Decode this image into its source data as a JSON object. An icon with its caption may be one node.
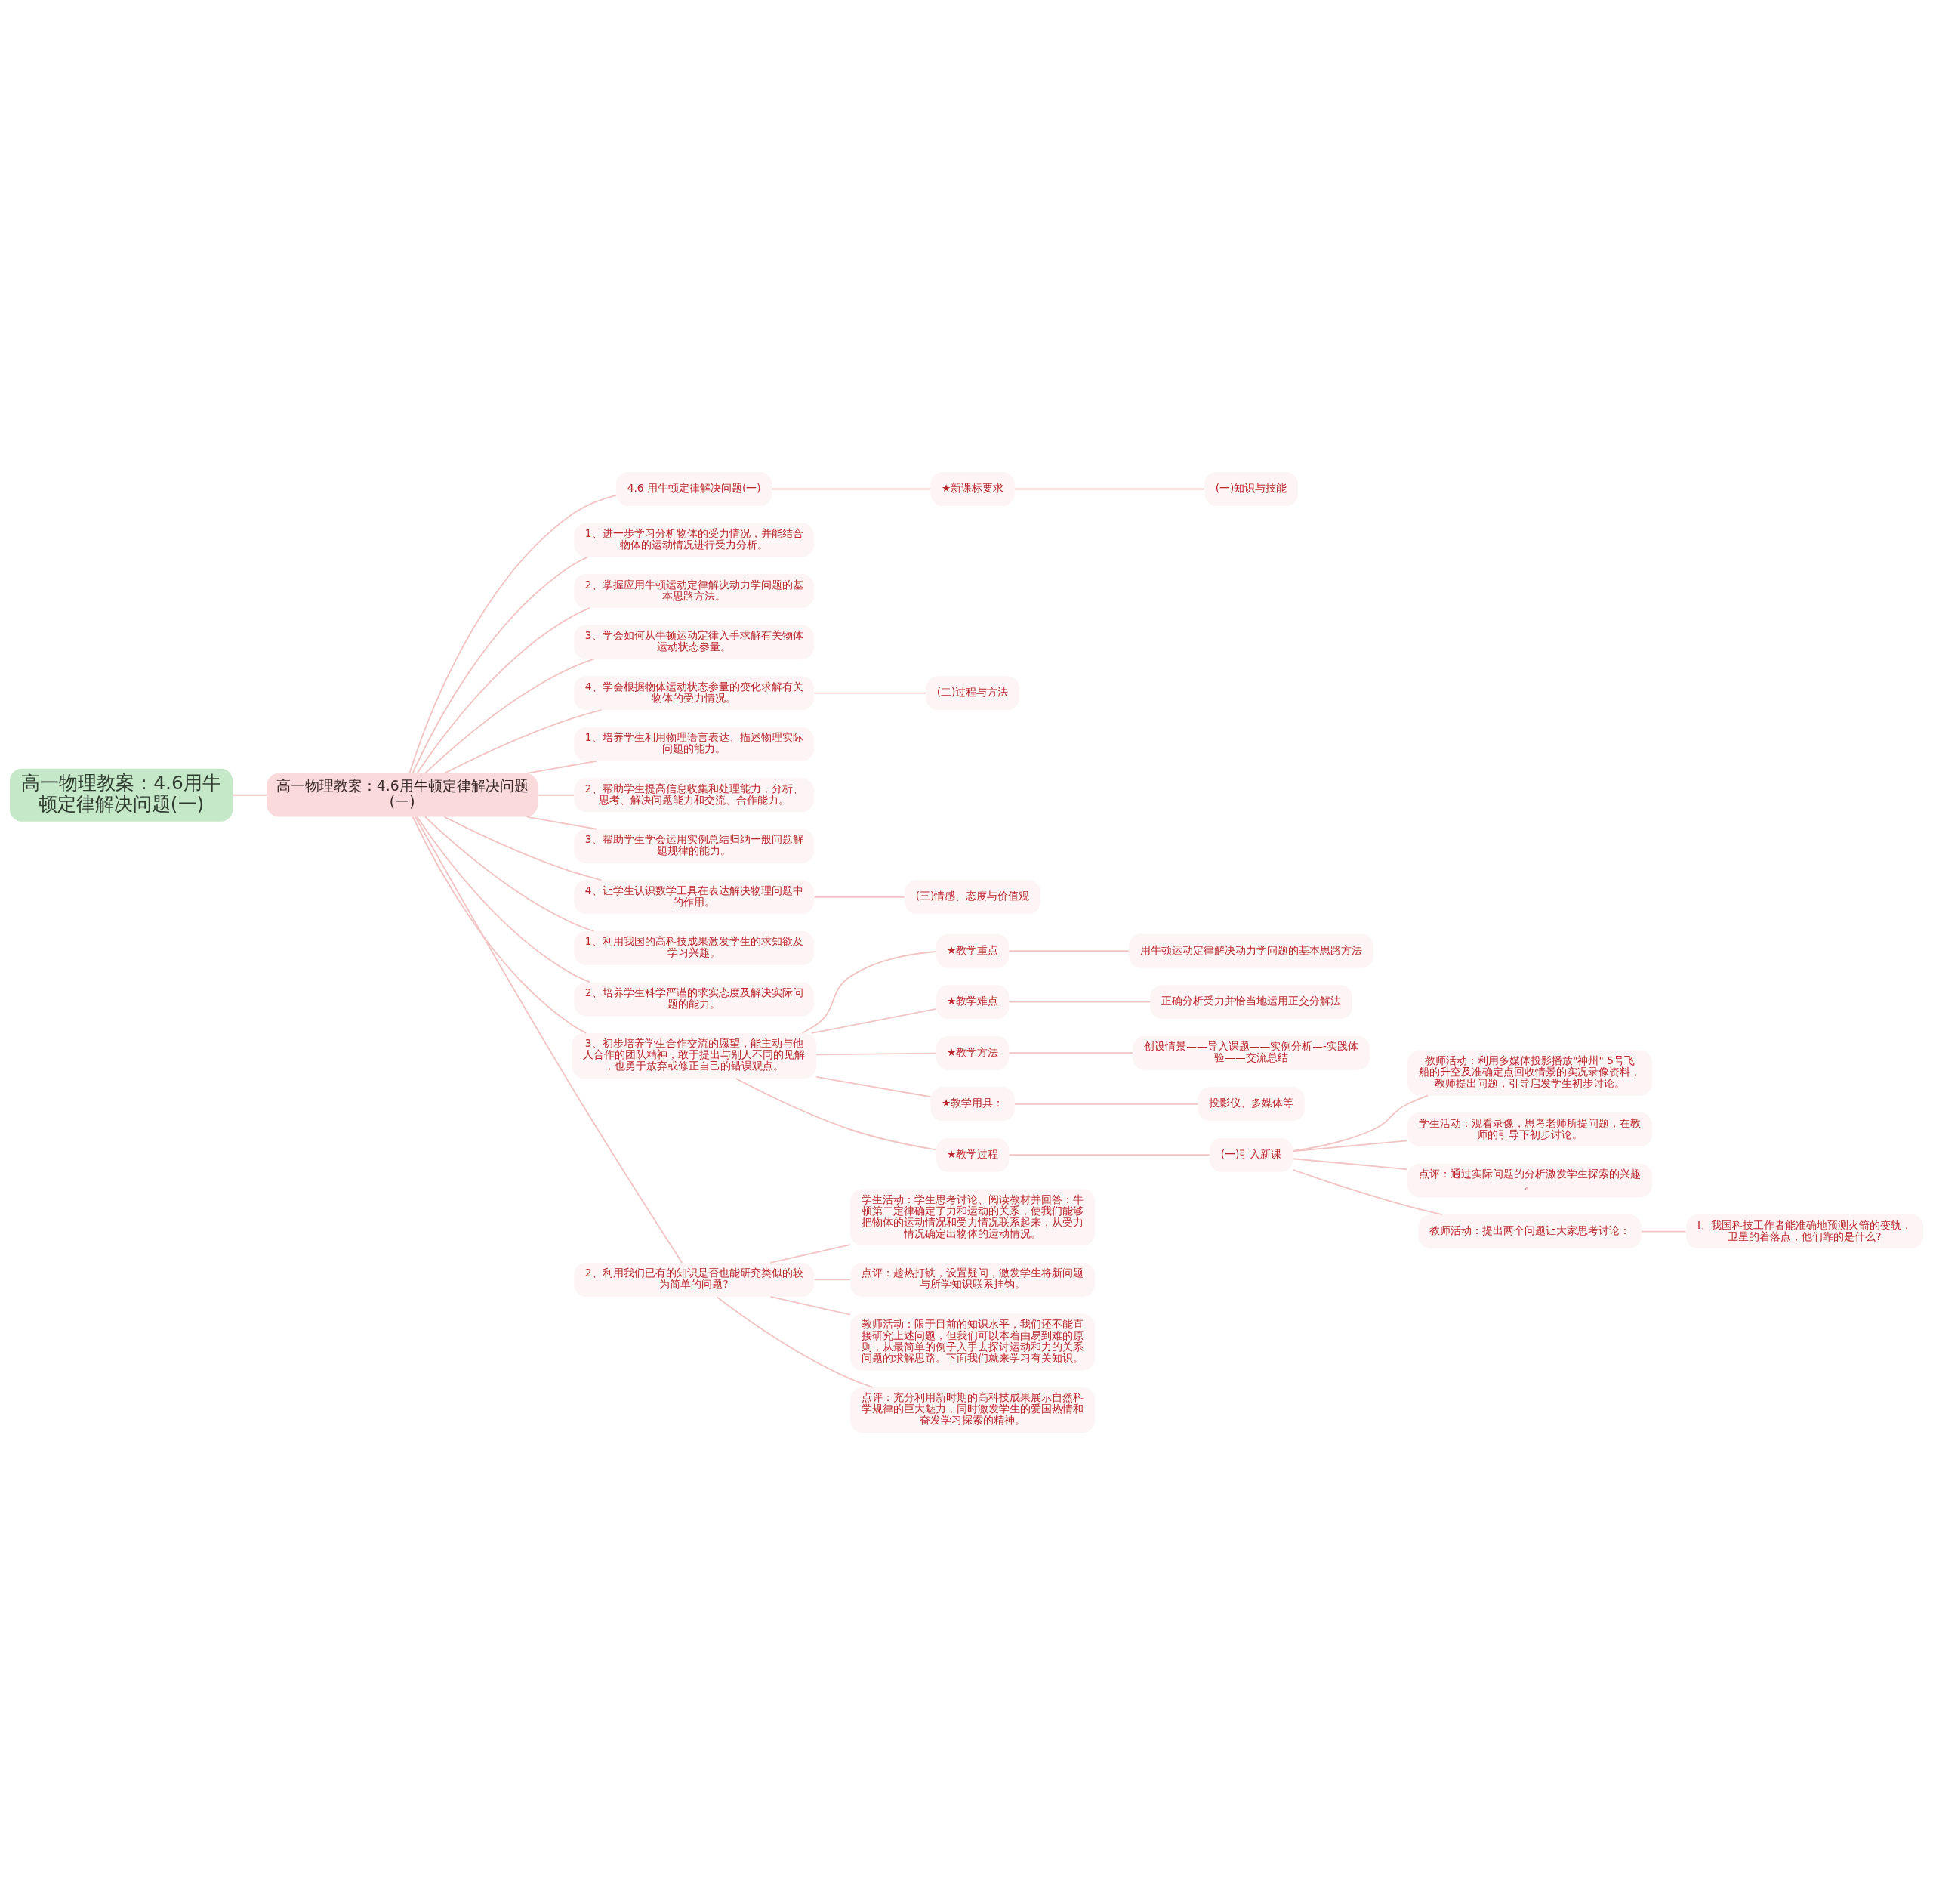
{
  "diagram": {
    "nodes": [
      {
        "text": [
          "高一物理教案：4.6用牛顿定律解决问题(一)"
        ]
      },
      {
        "text": [
          "高一物理教案：4.6用牛顿定律解决问题(一)"
        ]
      },
      {
        "text": [
          "4.6 用牛顿定律解决问题(一)"
        ]
      },
      {
        "text": [
          "★新课标要求"
        ]
      },
      {
        "text": [
          "(一)知识与技能"
        ]
      },
      {
        "text": [
          "1、进一步学习分析物体的受力情况，并能结合物体的运动情况进行受力分析。"
        ]
      },
      {
        "text": [
          "2、掌握应用牛顿运动定律解决动力学问题的基本思路方法。"
        ]
      },
      {
        "text": [
          "3、学会如何从牛顿运动定律入手求解有关物体运动状态参量。"
        ]
      },
      {
        "text": [
          "4、学会根据物体运动状态参量的变化求解有关物体的受力情况。"
        ]
      },
      {
        "text": [
          "(二)过程与方法"
        ]
      },
      {
        "text": [
          "1、培养学生利用物理语言表达、描述物理实际问题的能力。"
        ]
      },
      {
        "text": [
          "2、帮助学生提高信息收集和处理能力，分析、思考、解决问题能力和交流、合作能力。"
        ]
      },
      {
        "text": [
          "3、帮助学生学会运用实例总结归纳一般问题解题规律的能力。"
        ]
      },
      {
        "text": [
          "4、让学生认识数学工具在表达解决物理问题中的作用。"
        ]
      },
      {
        "text": [
          "(三)情感、态度与价值观"
        ]
      },
      {
        "text": [
          "1、利用我国的高科技成果激发学生的求知欲及学习兴趣。"
        ]
      },
      {
        "text": [
          "2、培养学生科学严谨的求实态度及解决实际问题的能力。"
        ]
      },
      {
        "text": [
          "3、初步培养学生合作交流的愿望，能主动与他人合作的团队精神，敢于提出与别人不同的见解，也勇于放弃或修正自己的错误观点。"
        ]
      },
      {
        "text": [
          "★教学重点"
        ]
      },
      {
        "text": [
          "用牛顿运动定律解决动力学问题的基本思路方法"
        ]
      },
      {
        "text": [
          "★教学难点"
        ]
      },
      {
        "text": [
          "正确分析受力并恰当地运用正交分解法"
        ]
      },
      {
        "text": [
          "★教学方法"
        ]
      },
      {
        "text": [
          "创设情景——导入课题——实例分析—-实践体验——交流总结"
        ]
      },
      {
        "text": [
          "★教学用具："
        ]
      },
      {
        "text": [
          "投影仪、多媒体等"
        ]
      },
      {
        "text": [
          "★教学过程"
        ]
      },
      {
        "text": [
          "(一)引入新课"
        ]
      },
      {
        "text": [
          "教师活动：利用多媒体投影播放\"神州\" 5号飞船的升空及准确定点回收情景的实况录像资料，教师提出问题，引导启发学生初步讨论。"
        ]
      },
      {
        "text": [
          "学生活动：观看录像，思考老师所提问题，在教师的引导下初步讨论。"
        ]
      },
      {
        "text": [
          "点评：通过实际问题的分析激发学生探索的兴趣。"
        ]
      },
      {
        "text": [
          "教师活动：提出两个问题让大家思考讨论："
        ]
      },
      {
        "text": [
          "I、我国科技工作者能准确地预测火箭的变轨，卫星的着落点，他们靠的是什么?"
        ]
      },
      {
        "text": [
          "2、利用我们已有的知识是否也能研究类似的较为简单的问题?"
        ]
      },
      {
        "text": [
          "学生活动：学生思考讨论、阅读教材并回答：牛顿第二定律确定了力和运动的关系，使我们能够把物体的运动情况和受力情况联系起来，从受力情况确定出物体的运动情况。"
        ]
      },
      {
        "text": [
          "点评：趁热打铁，设置疑问，激发学生将新问题与所学知识联系挂钩。"
        ]
      },
      {
        "text": [
          "教师活动：限于目前的知识水平，我们还不能直接研究上述问题，但我们可以本着由易到难的原则，从最简单的例子入手去探讨运动和力的关系问题的求解思路。下面我们就来学习有关知识。"
        ]
      },
      {
        "text": [
          "点评：充分利用新时期的高科技成果展示自然科学规律的巨大魅力，同时激发学生的爱国热情和奋发学习探索的精神。"
        ]
      }
    ],
    "edges": [
      {
        "from": 0,
        "to": 1,
        "arrow": "none"
      },
      {
        "from": 1,
        "to": 2,
        "arrow": "none"
      },
      {
        "from": 2,
        "to": 3,
        "arrow": "none"
      },
      {
        "from": 3,
        "to": 4,
        "arrow": "none"
      },
      {
        "from": 1,
        "to": 5,
        "arrow": "none"
      },
      {
        "from": 1,
        "to": 6,
        "arrow": "none"
      },
      {
        "from": 1,
        "to": 7,
        "arrow": "none"
      },
      {
        "from": 1,
        "to": 8,
        "arrow": "none"
      },
      {
        "from": 8,
        "to": 9,
        "arrow": "none"
      },
      {
        "from": 1,
        "to": 10,
        "arrow": "none"
      },
      {
        "from": 1,
        "to": 11,
        "arrow": "none"
      },
      {
        "from": 1,
        "to": 12,
        "arrow": "none"
      },
      {
        "from": 1,
        "to": 13,
        "arrow": "none"
      },
      {
        "from": 13,
        "to": 14,
        "arrow": "none"
      },
      {
        "from": 1,
        "to": 15,
        "arrow": "none"
      },
      {
        "from": 1,
        "to": 16,
        "arrow": "none"
      },
      {
        "from": 1,
        "to": 17,
        "arrow": "none"
      },
      {
        "from": 17,
        "to": 18,
        "arrow": "none"
      },
      {
        "from": 18,
        "to": 19,
        "arrow": "none"
      },
      {
        "from": 17,
        "to": 20,
        "arrow": "none"
      },
      {
        "from": 20,
        "to": 21,
        "arrow": "none"
      },
      {
        "from": 17,
        "to": 22,
        "arrow": "none"
      },
      {
        "from": 22,
        "to": 23,
        "arrow": "none"
      },
      {
        "from": 17,
        "to": 24,
        "arrow": "none"
      },
      {
        "from": 24,
        "to": 25,
        "arrow": "none"
      },
      {
        "from": 17,
        "to": 26,
        "arrow": "none"
      },
      {
        "from": 26,
        "to": 27,
        "arrow": "none"
      },
      {
        "from": 27,
        "to": 28,
        "arrow": "none"
      },
      {
        "from": 27,
        "to": 29,
        "arrow": "none"
      },
      {
        "from": 27,
        "to": 30,
        "arrow": "none"
      },
      {
        "from": 27,
        "to": 31,
        "arrow": "none"
      },
      {
        "from": 31,
        "to": 32,
        "arrow": "none"
      },
      {
        "from": 1,
        "to": 33,
        "arrow": "none"
      },
      {
        "from": 33,
        "to": 34,
        "arrow": "none"
      },
      {
        "from": 33,
        "to": 35,
        "arrow": "none"
      },
      {
        "from": 33,
        "to": 36,
        "arrow": "none"
      },
      {
        "from": 33,
        "to": 37,
        "arrow": "none"
      }
    ]
  }
}
